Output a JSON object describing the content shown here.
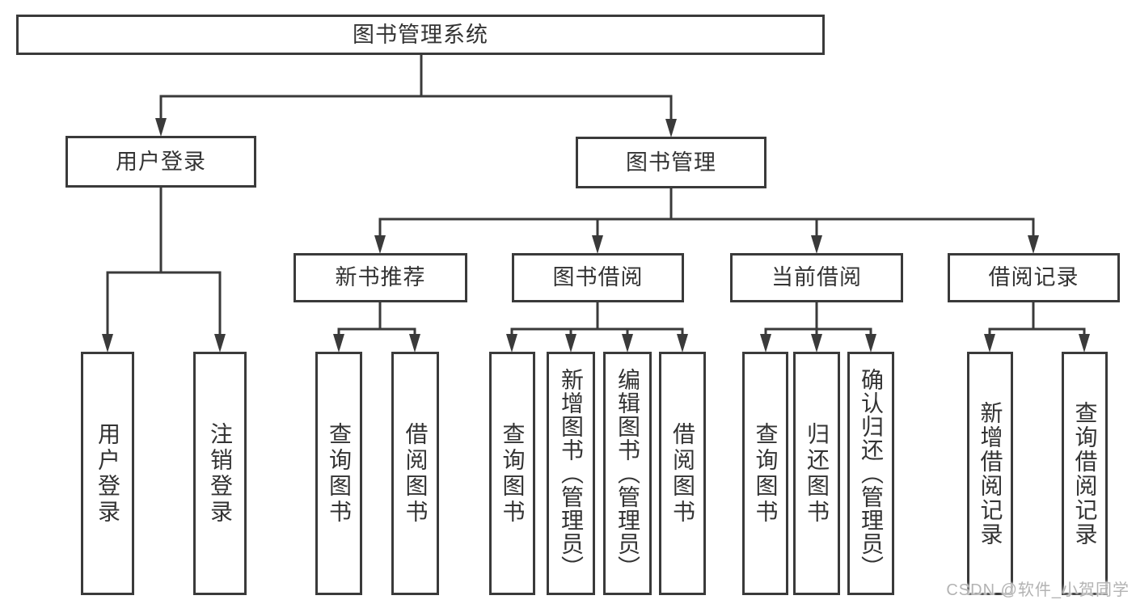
{
  "diagram": {
    "root": "图书管理系统",
    "user_login": {
      "label": "用户登录",
      "children": [
        "用户登录",
        "注销登录"
      ]
    },
    "book_mgmt": {
      "label": "图书管理",
      "groups": [
        {
          "label": "新书推荐",
          "children": [
            "查询图书",
            "借阅图书"
          ]
        },
        {
          "label": "图书借阅",
          "children": [
            "查询图书",
            "新增图书（管理员）",
            "编辑图书（管理员）",
            "借阅图书"
          ]
        },
        {
          "label": "当前借阅",
          "children": [
            "查询图书",
            "归还图书",
            "确认归还（管理员）"
          ]
        },
        {
          "label": "借阅记录",
          "children": [
            "新增借阅记录",
            "查询借阅记录"
          ]
        }
      ]
    }
  },
  "watermark": "CSDN @软件_小贺同学",
  "colors": {
    "line": "#3a3a3a",
    "text": "#333333",
    "watermark": "#b3b3b3"
  }
}
